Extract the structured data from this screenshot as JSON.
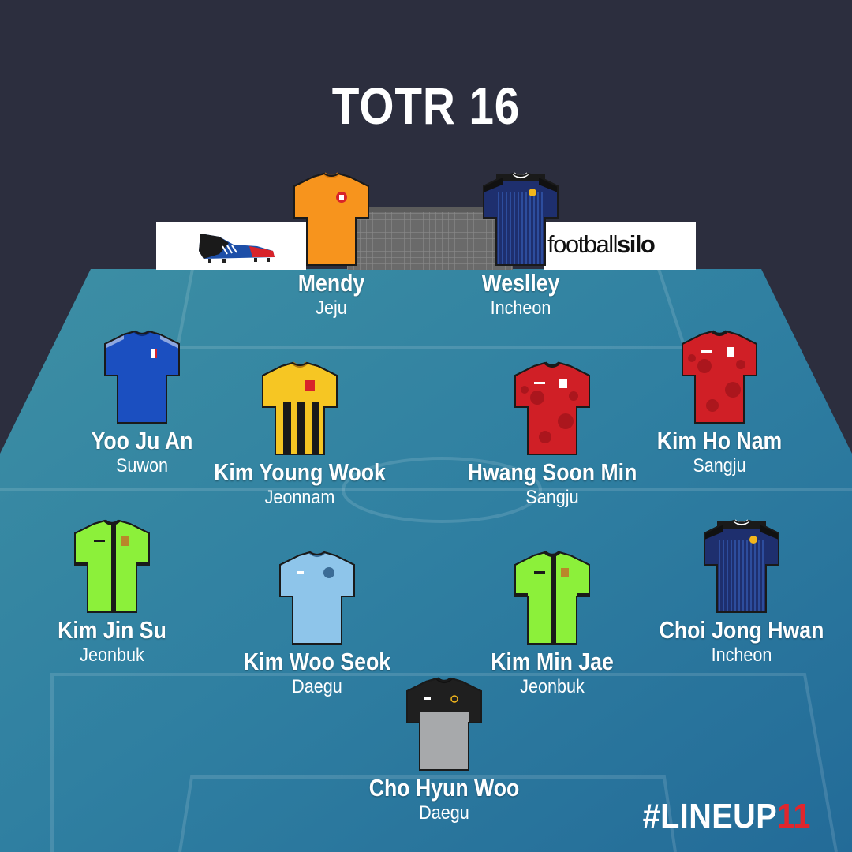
{
  "title": "TOTR 16",
  "sponsor_right": {
    "part1": "football",
    "part2": "silo"
  },
  "hashtag": {
    "main": "#LINEUP",
    "accent": "11"
  },
  "players": [
    {
      "name": "Mendy",
      "club": "Jeju",
      "kit": "orange"
    },
    {
      "name": "Weslley",
      "club": "Incheon",
      "kit": "navy-stripes"
    },
    {
      "name": "Yoo Ju An",
      "club": "Suwon",
      "kit": "blue"
    },
    {
      "name": "Kim Young Wook",
      "club": "Jeonnam",
      "kit": "yellow-black-stripes"
    },
    {
      "name": "Hwang Soon Min",
      "club": "Sangju",
      "kit": "red-camo"
    },
    {
      "name": "Kim Ho Nam",
      "club": "Sangju",
      "kit": "red-camo"
    },
    {
      "name": "Kim Jin Su",
      "club": "Jeonbuk",
      "kit": "lime"
    },
    {
      "name": "Kim Woo Seok",
      "club": "Daegu",
      "kit": "sky-blue"
    },
    {
      "name": "Kim Min Jae",
      "club": "Jeonbuk",
      "kit": "lime"
    },
    {
      "name": "Choi Jong Hwan",
      "club": "Incheon",
      "kit": "navy-stripes"
    },
    {
      "name": "Cho Hyun Woo",
      "club": "Daegu",
      "kit": "goalkeeper-black-grey"
    }
  ],
  "colors": {
    "background": "#2c2e3e",
    "pitch_top": "#3f8fa6",
    "pitch_bottom": "#256f9a",
    "accent_red": "#e0262d"
  }
}
